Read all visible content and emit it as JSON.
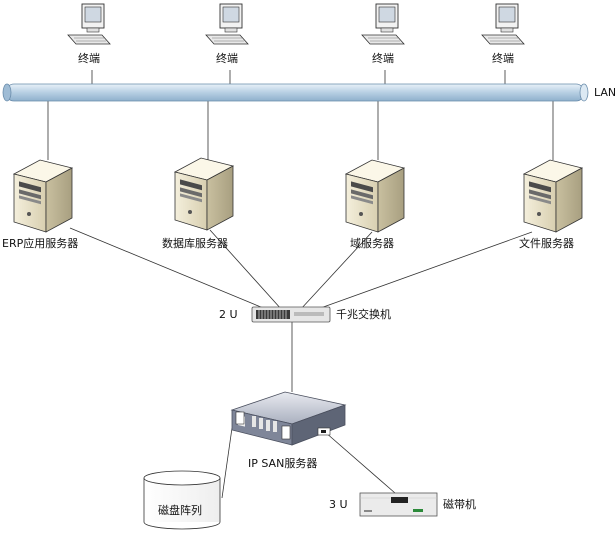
{
  "network": {
    "bus_label": "LAN",
    "bus_color": "#bcd3e6"
  },
  "terminals": [
    {
      "label": "终端",
      "icon": "desktop-computer-icon"
    },
    {
      "label": "终端",
      "icon": "desktop-computer-icon"
    },
    {
      "label": "终端",
      "icon": "desktop-computer-icon"
    },
    {
      "label": "终端",
      "icon": "desktop-computer-icon"
    }
  ],
  "servers": [
    {
      "label": "ERP应用服务器",
      "icon": "tower-server-icon"
    },
    {
      "label": "数据库服务器",
      "icon": "tower-server-icon"
    },
    {
      "label": "域服务器",
      "icon": "tower-server-icon"
    },
    {
      "label": "文件服务器",
      "icon": "tower-server-icon"
    }
  ],
  "switch": {
    "label": "千兆交换机",
    "size_label": "2 U",
    "icon": "network-switch-icon"
  },
  "san": {
    "label": "IP SAN服务器",
    "icon": "storage-server-icon"
  },
  "disk_array": {
    "label": "磁盘阵列",
    "icon": "disk-cylinder-icon"
  },
  "tape": {
    "label": "磁带机",
    "size_label": "3 U",
    "icon": "tape-drive-icon"
  }
}
